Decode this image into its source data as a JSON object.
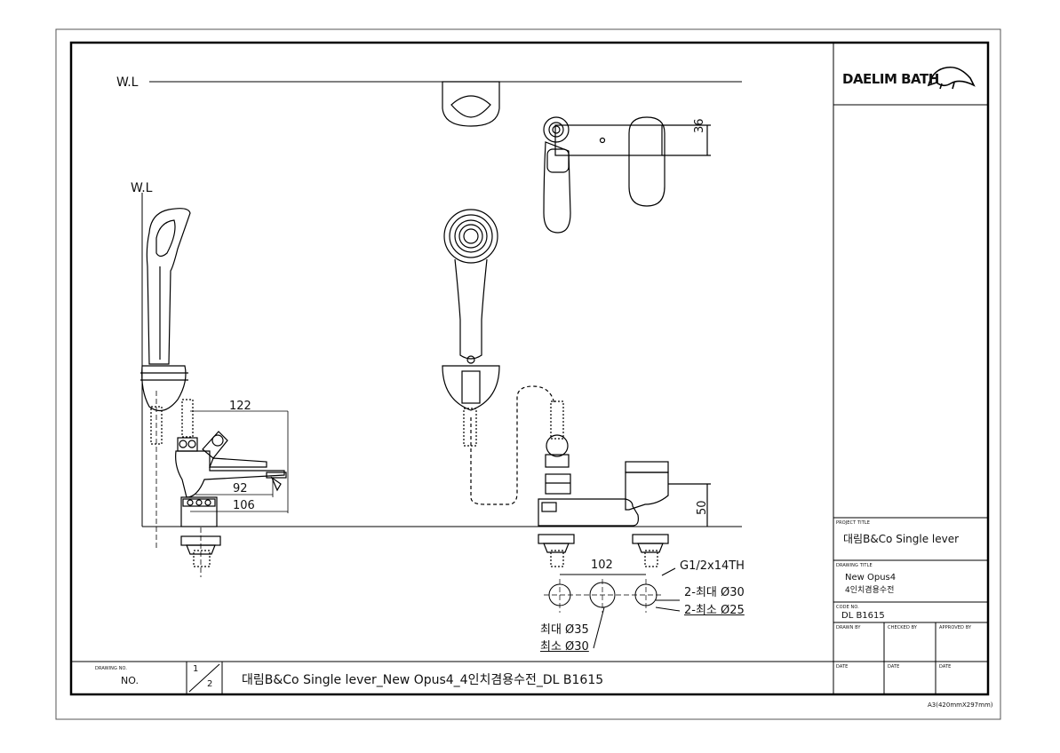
{
  "brand": {
    "logo_text": "DAELIM BATH"
  },
  "labels": {
    "water_level_top": "W.L",
    "water_level_side": "W.L"
  },
  "dimensions": {
    "d36": "36",
    "d122": "122",
    "d92": "92",
    "d106": "106",
    "d50": "50",
    "d102": "102",
    "thread": "G1/2x14TH",
    "hole_max_2": "2-최대 Ø30",
    "hole_min_2": "2-최소 Ø25",
    "center_max": "최대 Ø35",
    "center_min": "최소 Ø30"
  },
  "title_block": {
    "project_title_label": "PROJECT TITLE",
    "project_title": "대림B&Co Single lever",
    "drawing_title_label": "DRAWING TITLE",
    "drawing_title_line1": "New Opus4",
    "drawing_title_line2": "4인치겸용수전",
    "code_no_label": "CODE NO.",
    "code_no": "DL B1615",
    "drawn_by": "DRAWN BY",
    "checked_by": "CHECKED BY",
    "approved_by": "APPROVED BY",
    "date1": "DATE",
    "date2": "DATE",
    "date3": "DATE"
  },
  "bottom_bar": {
    "drawing_no_label": "DRAWING NO.",
    "drawing_no": "NO.",
    "sheet_num": "1",
    "sheet_total": "2",
    "full_title": "대림B&Co Single lever_New Opus4_4인치겸용수전_DL B1615"
  },
  "paper_size": "A3(420mmX297mm)"
}
